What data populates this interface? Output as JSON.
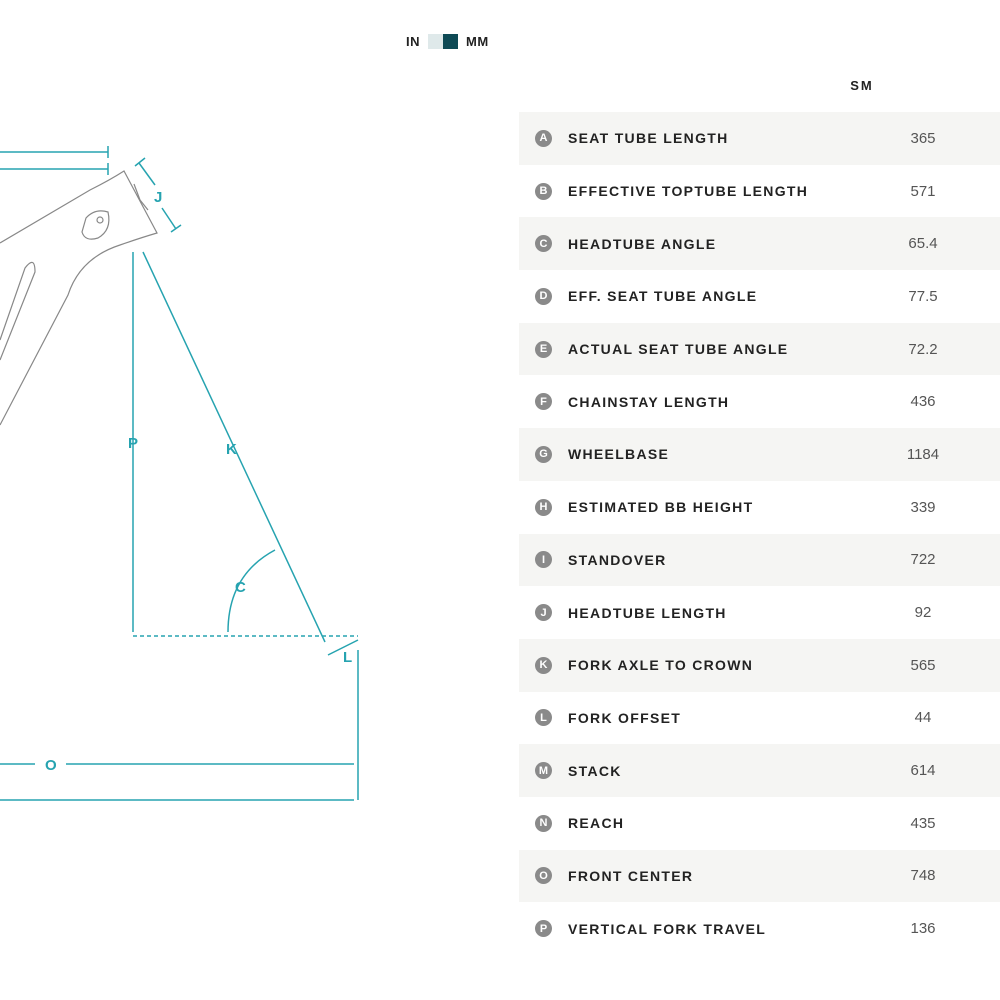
{
  "units": {
    "in_label": "IN",
    "mm_label": "MM",
    "selected": "MM"
  },
  "size_header": "SM",
  "colors": {
    "accent": "#26a3b0",
    "unit_active": "#0e4a55"
  },
  "diagram_labels": {
    "J": "J",
    "P": "P",
    "K": "K",
    "C": "C",
    "L": "L",
    "O": "O"
  },
  "rows": [
    {
      "letter": "A",
      "label": "SEAT TUBE LENGTH",
      "value": "365"
    },
    {
      "letter": "B",
      "label": "EFFECTIVE TOPTUBE LENGTH",
      "value": "571"
    },
    {
      "letter": "C",
      "label": "HEADTUBE ANGLE",
      "value": "65.4"
    },
    {
      "letter": "D",
      "label": "EFF. SEAT TUBE ANGLE",
      "value": "77.5"
    },
    {
      "letter": "E",
      "label": "ACTUAL SEAT TUBE ANGLE",
      "value": "72.2"
    },
    {
      "letter": "F",
      "label": "CHAINSTAY LENGTH",
      "value": "436"
    },
    {
      "letter": "G",
      "label": "WHEELBASE",
      "value": "1184"
    },
    {
      "letter": "H",
      "label": "ESTIMATED BB HEIGHT",
      "value": "339"
    },
    {
      "letter": "I",
      "label": "STANDOVER",
      "value": "722"
    },
    {
      "letter": "J",
      "label": "HEADTUBE LENGTH",
      "value": "92"
    },
    {
      "letter": "K",
      "label": "FORK AXLE TO CROWN",
      "value": "565"
    },
    {
      "letter": "L",
      "label": "FORK OFFSET",
      "value": "44"
    },
    {
      "letter": "M",
      "label": "STACK",
      "value": "614"
    },
    {
      "letter": "N",
      "label": "REACH",
      "value": "435"
    },
    {
      "letter": "O",
      "label": "FRONT CENTER",
      "value": "748"
    },
    {
      "letter": "P",
      "label": "VERTICAL FORK TRAVEL",
      "value": "136"
    }
  ]
}
